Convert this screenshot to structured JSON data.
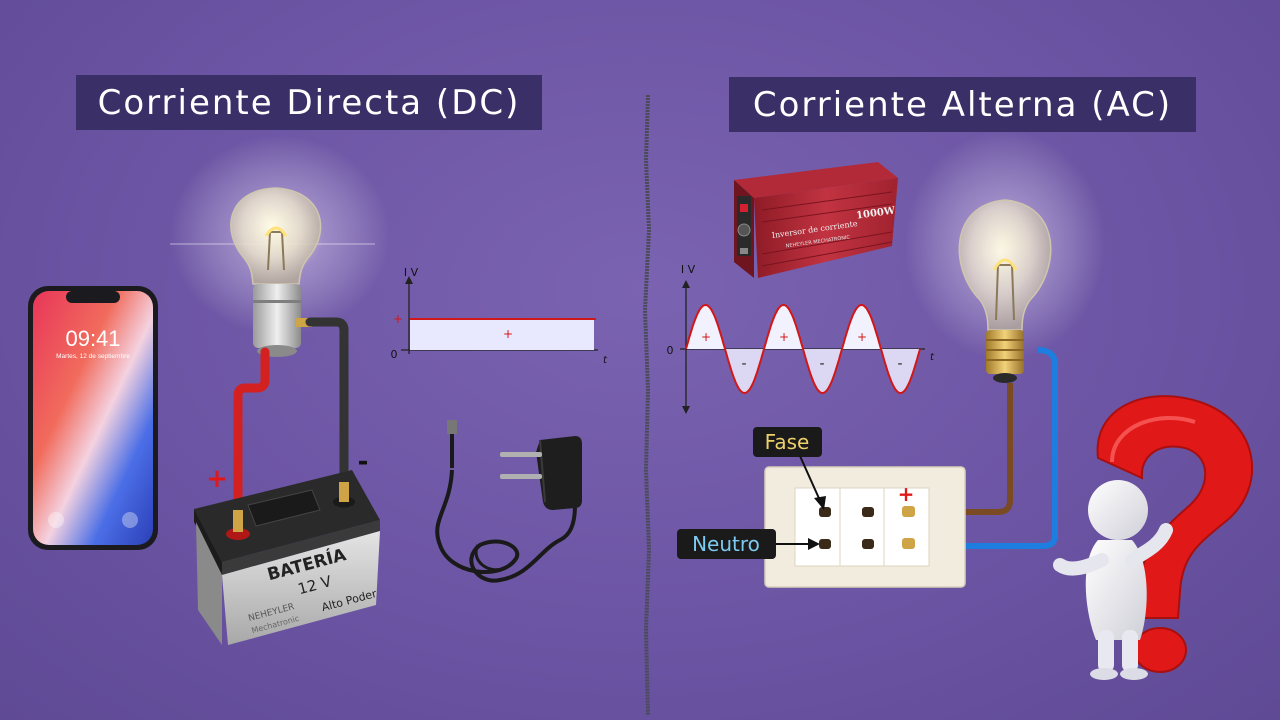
{
  "titles": {
    "dc": "Corriente Directa (DC)",
    "ac": "Corriente Alterna (AC)"
  },
  "phone": {
    "time": "09:41",
    "date": "Martes, 12 de septiembre"
  },
  "battery": {
    "label": "BATERÍA",
    "voltage": "12 V",
    "power": "Alto Poder",
    "brand": "NEHEYLER",
    "sub": "Mechatronic",
    "plus": "+",
    "minus": "-"
  },
  "inverter": {
    "label": "Inversor de corriente",
    "watts": "1000W",
    "brand": "NEHEYLER MECHATRONIC"
  },
  "dc_graph": {
    "axis_y": "I V",
    "axis_x": "t",
    "zero": "0",
    "plus_tick": "+",
    "plus_area": "+"
  },
  "ac_graph": {
    "axis_y": "I V",
    "axis_x": "t",
    "zero": "0",
    "plus": "+",
    "minus": "-"
  },
  "outlet": {
    "fase": "Fase",
    "neutro": "Neutro",
    "plus": "+"
  },
  "colors": {
    "background": "#6c55a4",
    "title_bg": "#3a2f66",
    "red_wire": "#d32020",
    "black_wire": "#333333",
    "brown_wire": "#7a4a22",
    "blue_wire": "#1e7ee0",
    "question_mark": "#e01818"
  },
  "chart_data": [
    {
      "type": "area",
      "x": [
        "0",
        "t"
      ],
      "values": [
        1,
        1
      ],
      "xlabel": "t",
      "ylabel": "I V"
    },
    {
      "type": "line",
      "x": [
        0,
        1,
        2,
        3,
        4,
        5,
        6
      ],
      "values": [
        1,
        -1,
        1,
        -1,
        1,
        -1
      ],
      "xlabel": "t",
      "ylabel": "I V"
    }
  ]
}
